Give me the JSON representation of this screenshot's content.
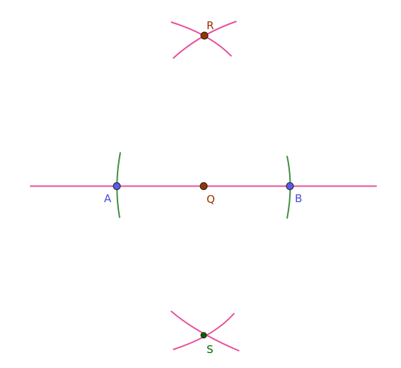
{
  "colors": {
    "line": "#e8509a",
    "arc_green": "#3f8f3f",
    "point_blue": "#5a5af0",
    "point_brown": "#993300",
    "point_green": "#006600",
    "label_blue": "#4d4dd6",
    "label_brown": "#993300",
    "label_green": "#006600",
    "outline": "#222222"
  },
  "points": {
    "A": {
      "label": "A"
    },
    "B": {
      "label": "B"
    },
    "Q": {
      "label": "Q"
    },
    "R": {
      "label": "R"
    },
    "S": {
      "label": "S"
    }
  }
}
